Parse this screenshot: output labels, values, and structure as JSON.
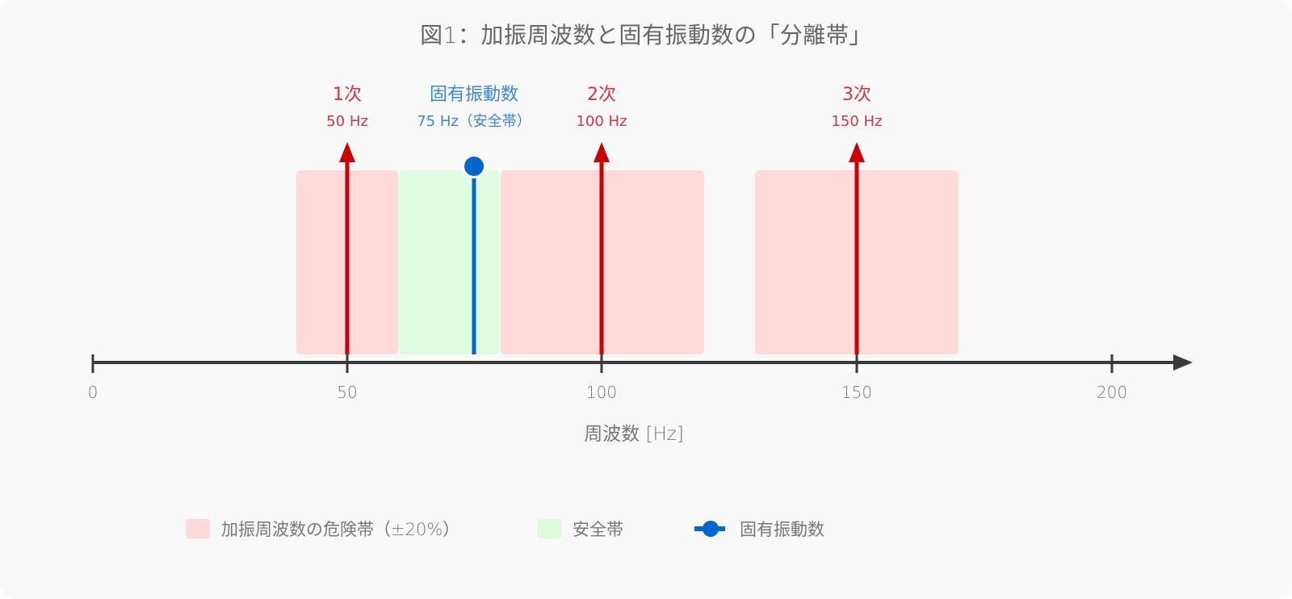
{
  "title": "図1：加振周波数と固有振動数の「分離帯」",
  "colors": {
    "background": "#f9f9f9",
    "danger_band": "#ffdada",
    "safe_band": "#e0fce0",
    "excitation": "#cc0000",
    "excitation_label": "#d9343f",
    "natural": "#0066cc",
    "natural_label": "#3c86d4",
    "axis": "#3a3a3a",
    "text": "#777777"
  },
  "annotations": {
    "first": {
      "order": "1次",
      "freq": "50 Hz"
    },
    "natural": {
      "name": "固有振動数",
      "freq": "75 Hz（安全帯）"
    },
    "second": {
      "order": "2次",
      "freq": "100 Hz"
    },
    "third": {
      "order": "3次",
      "freq": "150 Hz"
    }
  },
  "axis": {
    "xlabel": "周波数 [Hz]",
    "ticks": [
      "0",
      "50",
      "100",
      "150",
      "200"
    ]
  },
  "legend": {
    "danger": "加振周波数の危険帯（±20%）",
    "safe": "安全帯",
    "natural": "固有振動数"
  },
  "chart_data": {
    "type": "bar",
    "title": "図1：加振周波数と固有振動数の「分離帯」",
    "xlabel": "周波数 [Hz]",
    "ylabel": "",
    "xlim": [
      0,
      210
    ],
    "x_ticks": [
      0,
      50,
      100,
      150,
      200
    ],
    "grid": false,
    "legend_position": "bottom",
    "excitation_frequencies": [
      {
        "label": "1次",
        "value": 50,
        "unit": "Hz"
      },
      {
        "label": "2次",
        "value": 100,
        "unit": "Hz"
      },
      {
        "label": "3次",
        "value": 150,
        "unit": "Hz"
      }
    ],
    "natural_frequency": {
      "label": "固有振動数",
      "value": 75,
      "unit": "Hz",
      "note": "安全帯"
    },
    "danger_bands": [
      {
        "center": 50,
        "range": [
          40,
          60
        ]
      },
      {
        "center": 100,
        "range": [
          80,
          120
        ]
      },
      {
        "center": 150,
        "range": [
          130,
          170
        ]
      }
    ],
    "safe_bands": [
      {
        "range": [
          60,
          80
        ]
      }
    ],
    "danger_band_tolerance": "±20%",
    "legend": [
      "加振周波数の危険帯（±20%）",
      "安全帯",
      "固有振動数"
    ]
  }
}
